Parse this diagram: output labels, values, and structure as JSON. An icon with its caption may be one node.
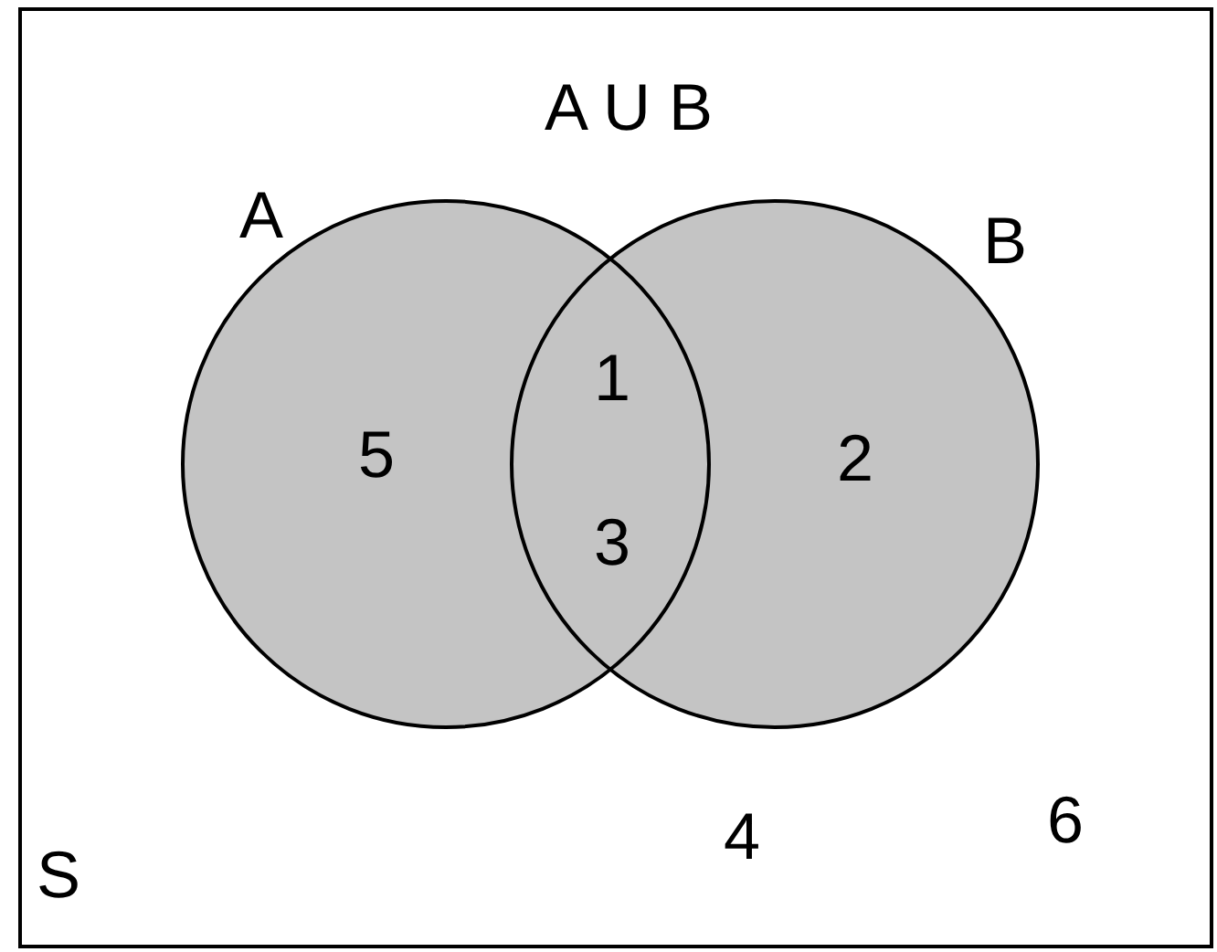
{
  "diagram": {
    "title": "A U B",
    "nodes": [
      {
        "text": [
          "S"
        ]
      },
      {
        "text": [
          "A"
        ],
        "in": 0
      },
      {
        "text": [
          "B"
        ],
        "in": 0
      }
    ],
    "labels": [
      "1",
      "5",
      "2",
      "3",
      "6",
      "4"
    ]
  }
}
